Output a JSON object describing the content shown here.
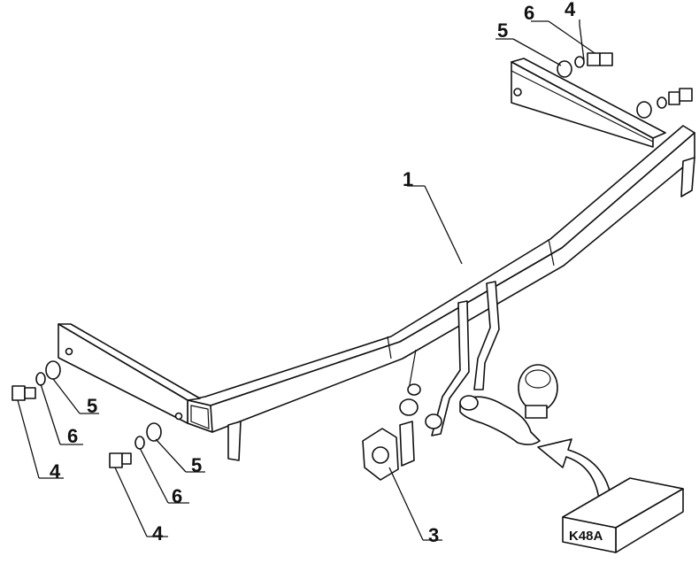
{
  "labels": {
    "part1": "1",
    "part3": "3",
    "bolt_top": "4",
    "washer_top": "5",
    "spring_top": "6",
    "bolt_left": "4",
    "washer_left": "5",
    "spring_left": "6",
    "bolt_mid": "4",
    "washer_mid": "5",
    "spring_mid": "6"
  },
  "model_code": "K48A"
}
